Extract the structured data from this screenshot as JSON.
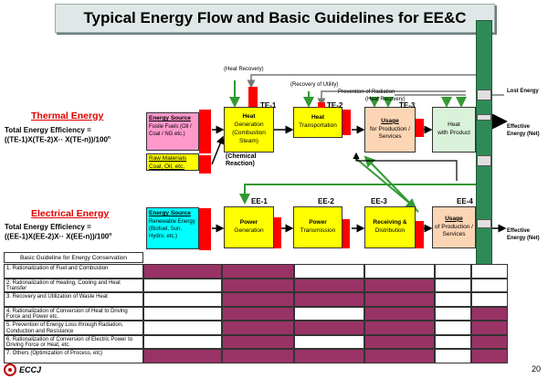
{
  "title": "Typical Energy Flow and Basic Guidelines for EE&C",
  "thermal": {
    "title": "Thermal Energy",
    "efficiency_line1": "Total Energy Efficiency =",
    "efficiency_line2": "((TE-1)X(TE-2)X·· X(TE-n))/100",
    "efficiency_sup": "n",
    "energy_source_title": "Energy Source",
    "energy_source_text": "Fosile Fuels (Oil / Coal / NG etc.)",
    "raw_materials_line1": "Raw Materials",
    "raw_materials_line2": "Coal, Oil, etc.",
    "chemical_reaction": "(Chemical Reaction)",
    "heat_generation_title": "Heat",
    "heat_generation_text": "Generation (Combustion Steam)",
    "heat_transportation_title": "Heat",
    "heat_transportation_text": "Transportation",
    "usage_title": "Usage",
    "usage_text": "for Production / Services",
    "heat_product_title": "Heat",
    "heat_product_text": "with Product",
    "te1": "TE-1",
    "te2": "TE-2",
    "te3": "TE-3",
    "heat_recovery_1": "(Heat Recovery)",
    "recovery_of_utility": "(Recovery of Utility)",
    "prevention_of_radiation": "Prevention of Radiation",
    "heat_recovery_2": "(Heat Recovery)",
    "lost_energy": "Lost Energy",
    "effective_energy": "Effective Energy (Net)"
  },
  "electrical": {
    "title": "Electrical Energy",
    "efficiency_line1": "Total Energy Efficiency =",
    "efficiency_line2": "((EE-1)X(EE-2)X·· X(EE-n))/100",
    "efficiency_sup": "n",
    "energy_source_title": "Energy Source",
    "energy_source_text": "Renewable Energy (Biofuel, Sun, Hydro, etc.)",
    "power_generation_title": "Power",
    "power_generation_text": "Generation",
    "power_transmission_title": "Power",
    "power_transmission_text": "Transmission",
    "receiving_title": "Receiving &",
    "receiving_text": "Distribution",
    "usage_title": "Usage",
    "usage_text": "of Production / Services",
    "ee1": "EE-1",
    "ee2": "EE-2",
    "ee3": "EE-3",
    "ee4": "EE-4",
    "effective_energy": "Effective Energy (Net)"
  },
  "guidelines": {
    "header": "Basic Guideline for Energy Conservation",
    "rows": [
      {
        "label": "1. Rationalization of Fuel and Combustion",
        "marks": [
          true,
          true,
          false,
          false,
          false,
          false
        ]
      },
      {
        "label": "2. Rationalization of Heating, Cooling and Heat Transfer",
        "marks": [
          false,
          true,
          true,
          true,
          false,
          false
        ]
      },
      {
        "label": "3. Recovery and Utilization of Waste Heat",
        "marks": [
          false,
          true,
          true,
          true,
          false,
          false
        ]
      },
      {
        "label": "4. Rationalization of Conversion of Heat to Driving Force and Power etc.",
        "marks": [
          false,
          true,
          false,
          true,
          false,
          true
        ]
      },
      {
        "label": "5. Prevention of Energy Loss through Radiation, Conduction and Resistance",
        "marks": [
          false,
          true,
          true,
          true,
          false,
          true
        ]
      },
      {
        "label": "6. Rationalization of Conversion of Electric Power to Driving Force or Heat, etc.",
        "marks": [
          false,
          true,
          false,
          true,
          false,
          true
        ]
      },
      {
        "label": "7. Others (Optimization of Process, etc)",
        "marks": [
          true,
          true,
          true,
          true,
          false,
          true
        ]
      }
    ]
  },
  "footer": {
    "logo_text": "ECCJ",
    "page_number": "20"
  },
  "colors": {
    "yellow": "#ffff00",
    "pink": "#ff99cc",
    "cyan": "#00ffff",
    "peach": "#fcd5b4",
    "red": "#ff0000",
    "green_arrow": "#339933",
    "purple_cell": "#993366"
  }
}
